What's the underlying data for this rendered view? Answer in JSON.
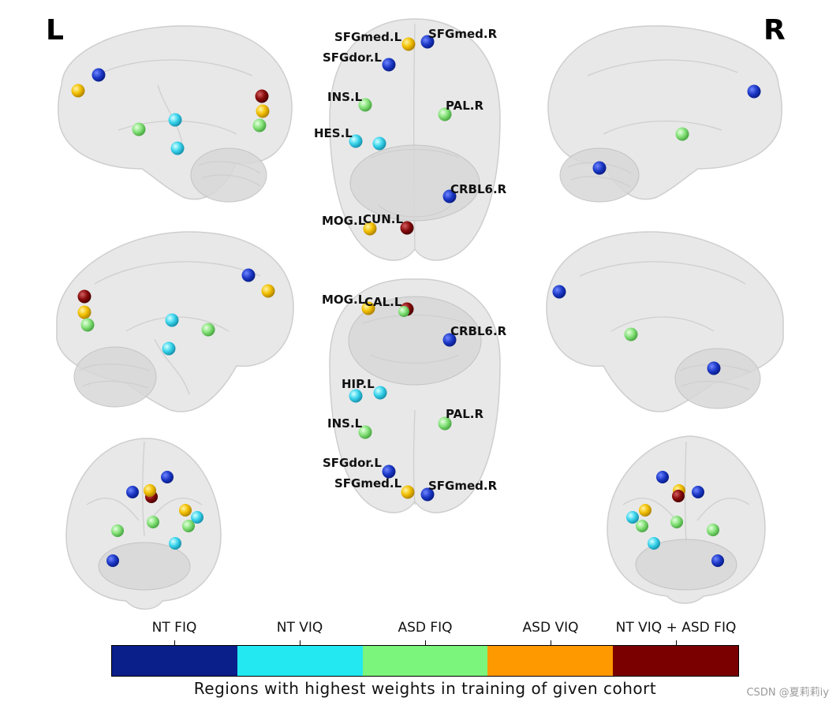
{
  "hemisphere_labels": {
    "left": "L",
    "right": "R"
  },
  "colors": {
    "nt_fiq": "#0a1f8a",
    "nt_viq": "#23e8f2",
    "asd_fiq": "#7bf57b",
    "asd_viq": "#ff9900",
    "nt_viq_asd_fiq": "#7a0000",
    "node_yellow": "#f2c000"
  },
  "colorbar": {
    "tick_labels": [
      "NT FIQ",
      "NT VIQ",
      "ASD FIQ",
      "ASD VIQ",
      "NT VIQ +  ASD FIQ"
    ],
    "caption": "Regions with highest weights in training of given cohort"
  },
  "top_view_labels": [
    "SFGmed.L",
    "SFGmed.R",
    "SFGdor.L",
    "INS.L",
    "PAL.R",
    "HES.L",
    "CRBL6.R",
    "MOG.L",
    "CUN.L"
  ],
  "bottom_view_labels": [
    "MOG.L",
    "CAL.L",
    "CRBL6.R",
    "HIP.L",
    "PAL.R",
    "INS.L",
    "SFGdor.L",
    "SFGmed.L",
    "SFGmed.R"
  ],
  "watermark": "CSDN @夏莉莉iy"
}
